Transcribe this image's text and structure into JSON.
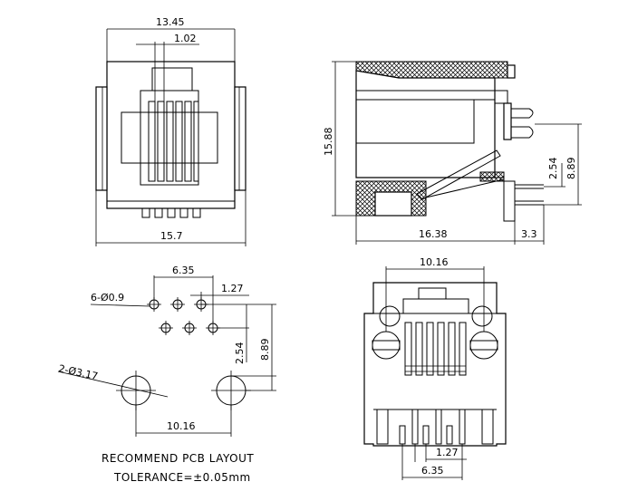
{
  "front_view": {
    "dim_width_top": "13.45",
    "dim_pin_pitch": "1.02",
    "dim_width_bottom": "15.7"
  },
  "side_view": {
    "dim_height": "15.88",
    "dim_depth": "16.38",
    "dim_pin_length": "3.3",
    "dim_row_offset": "2.54",
    "dim_post_offset": "8.89"
  },
  "pcb_layout": {
    "pin_hole_label": "6-Ø0.9",
    "dim_pin_span": "6.35",
    "dim_pin_pitch": "1.27",
    "dim_row_offset": "2.54",
    "dim_post_offset": "8.89",
    "post_hole_label": "2-Ø3.17",
    "dim_post_span": "10.16",
    "title": "RECOMMEND  PCB  LAYOUT",
    "tolerance": "TOLERANCE=±0.05mm"
  },
  "bottom_view": {
    "dim_post_span": "10.16",
    "dim_pin_pitch": "1.27",
    "dim_pin_span": "6.35"
  }
}
